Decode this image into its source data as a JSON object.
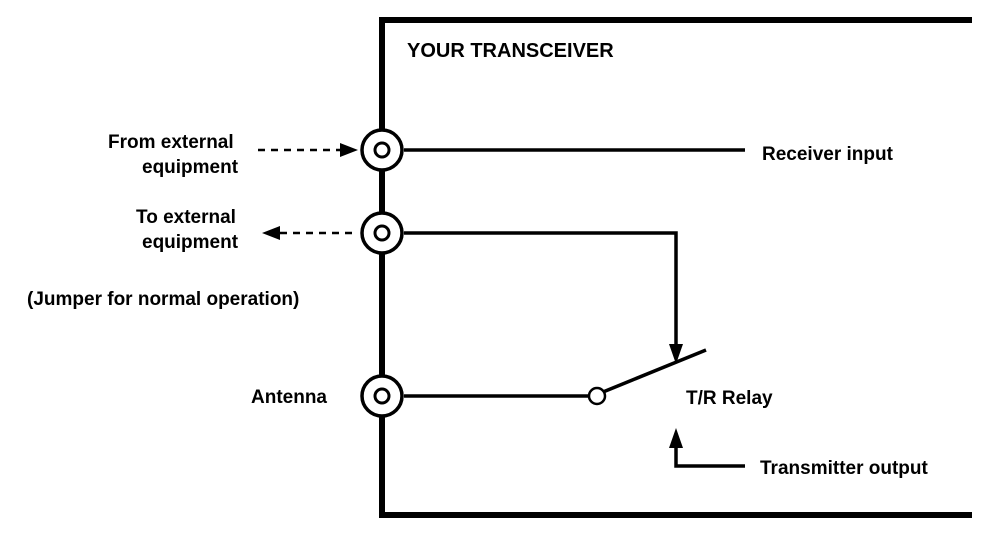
{
  "title": "YOUR TRANSCEIVER",
  "labels": {
    "from_external_line1": "From external",
    "from_external_line2": "equipment",
    "to_external_line1": "To external",
    "to_external_line2": "equipment",
    "jumper_note": "(Jumper for normal operation)",
    "antenna": "Antenna",
    "receiver_input": "Receiver input",
    "tr_relay": "T/R Relay",
    "transmitter_output": "Transmitter output"
  },
  "colors": {
    "ink": "#000000",
    "paper": "#ffffff"
  }
}
